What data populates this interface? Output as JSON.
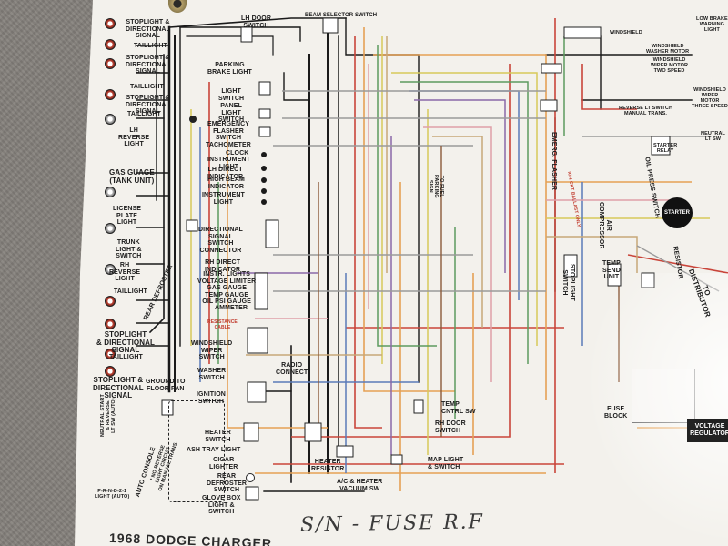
{
  "labels": {
    "stoplight_top": "STOPLIGHT &\nDIRECTIONAL\nSIGNAL",
    "taillight_1": "TAILLIGHT",
    "stoplight_2": "STOPLIGHT &\nDIRECTIONAL\nSIGNAL",
    "taillight_2": "TAILLIGHT",
    "stoplight_3": "STOPLIGHT &\nDIRECTIONAL\nSIGNAL",
    "taillight_3": "TAILLIGHT",
    "lh_reverse": "LH\nREVERSE\nLIGHT",
    "gas_gauge": "GAS GUAGE\n(TANK UNIT)",
    "license_plate": "LICENSE\nPLATE\nLIGHT",
    "trunk_light": "TRUNK\nLIGHT &\nSWITCH",
    "rh_reverse": "RH\nREVERSE\nLIGHT",
    "taillight_4": "TAILLIGHT",
    "stoplight_4": "STOPLIGHT\n& DIRECTIONAL\nSIGNAL",
    "taillight_5": "TAILLIGHT",
    "stoplight_5": "STOPLIGHT &\nDIRECTIONAL\nSIGNAL",
    "rear_defroster": "REAR DEFROSTER",
    "ground_floor": "GROUND TO\nFLOOR PAN",
    "lh_door_switch": "LH DOOR\nSWITCH",
    "beam_selector": "BEAM SELECTOR SWITCH",
    "parking_brake": "PARKING\nBRAKE LIGHT",
    "light_switch": "LIGHT\nSWITCH",
    "panel_light": "PANEL\nLIGHT\nSWITCH",
    "emergency_flasher": "EMERGENCY\nFLASHER\nSWITCH",
    "tachometer": "TACHOMETER",
    "clock": "CLOCK",
    "instrument_light_1": "INSTRUMENT\nLIGHT",
    "lh_direct": "LH DIRECT\nINDICATOR",
    "high_beam": "HIGH BEAM\nINDICATOR",
    "instrument_light_2": "INSTRUMENT\nLIGHT",
    "directional_signal": "DIRECTIONAL\nSIGNAL\nSWITCH\nCONNECTOR",
    "rh_direct": "RH DIRECT\nINDICATOR",
    "instr_lights": "INSTR. LIGHTS\nVOLTAGE LIMITER\nGAS GAUGE\nTEMP GAUGE\nOIL PSI GAUGE",
    "ammeter": "AMMETER",
    "resistance_cable": "RESISTANCE\nCABLE",
    "windshield_wiper": "WINDSHIELD\nWIPER\nSWITCH",
    "washer_switch": "WASHER\nSWITCH",
    "ignition_switch": "IGNITION\nSWITCH",
    "heater_switch": "HEATER\nSWITCH",
    "ash_tray": "ASH TRAY LIGHT",
    "cigar_lighter": "CIGAR\nLIGHTER",
    "rear_defroster_sw": "REAR\nDEFROSTER\nSWITCH",
    "glove_box": "GLOVE BOX\nLIGHT &\nSWITCH",
    "radio_connect": "RADIO\nCONNECT",
    "temp_cntrl": "TEMP\nCNTRL SW",
    "rh_door": "RH DOOR\nSWITCH",
    "map_light": "MAP LIGHT\n& SWITCH",
    "heater_resistor": "HEATER\nRESISTOR",
    "ac_heater_vacuum": "A/C & HEATER\nVACUUM SW",
    "stoplight_switch": "STOPLIGHT\nSWITCH",
    "emerg_flasher": "EMERG. FLASHER",
    "air_compressor": "AIR\nCOMPRESSOR",
    "temp_send": "TEMP\nSEND\nUNIT",
    "oil_press": "OIL PRESS SWITCH",
    "resistor": "RESISTOR",
    "to_distributor": "TO DISTRIBUTOR",
    "fuse_block": "FUSE\nBLOCK",
    "voltage_regulator": "VOLTAGE\nREGULATOR",
    "starter": "STARTER",
    "starter_relay": "STARTER\nRELAY",
    "windshield_washer": "WINDSHIELD\nWASHER MOTOR",
    "windshield_wiper_motor": "WINDSHIELD\nWIPER MOTOR\nTWO SPEED",
    "windshield_wiper_motor3": "WINDSHIELD\nWIPER MOTOR\nTHREE SPEED",
    "reverse_lt": "REVERSE LT SWITCH\nMANUAL TRANS.",
    "low_brake": "LOW BRAKE\nWARNING\nLIGHT",
    "neutral_lt": "NEUTRAL\nLT SW",
    "ign_ckt": "IGN CKT BALLAST ONLY",
    "to_fuel_parking": "TO FUEL\nPARKING\nSIGN",
    "windshield_wiper_top": "WINDSHIELD",
    "auto_console": "AUTO CONSOLE",
    "no_reverse": "* NO REVERSE\nLIGHT CIRCUIT\nON MANUAL TRANS.",
    "prnd": "P-R-N-D-2-1\nLIGHT (AUTO)",
    "neutral_start": "NEUTRAL START\n& REVERSE\nLT SW (AUTO)"
  },
  "handwriting": "S/N - FUSE   R.F",
  "title_strip": "1968 DODGE CHARGER",
  "colors": {
    "poster": "#f3f1ec",
    "wire_black": "#1a1a1a",
    "wire_red": "#c9453a",
    "wire_orange": "#e6a155",
    "wire_yellow": "#d8c95a",
    "wire_green": "#5d9a5e",
    "wire_blue": "#5a7ab8",
    "wire_purple": "#8a68a8",
    "wire_pink": "#e0a0a8",
    "wire_tan": "#c8a878",
    "wire_gray": "#8c8c8c",
    "wire_brown": "#8a5a3a"
  }
}
